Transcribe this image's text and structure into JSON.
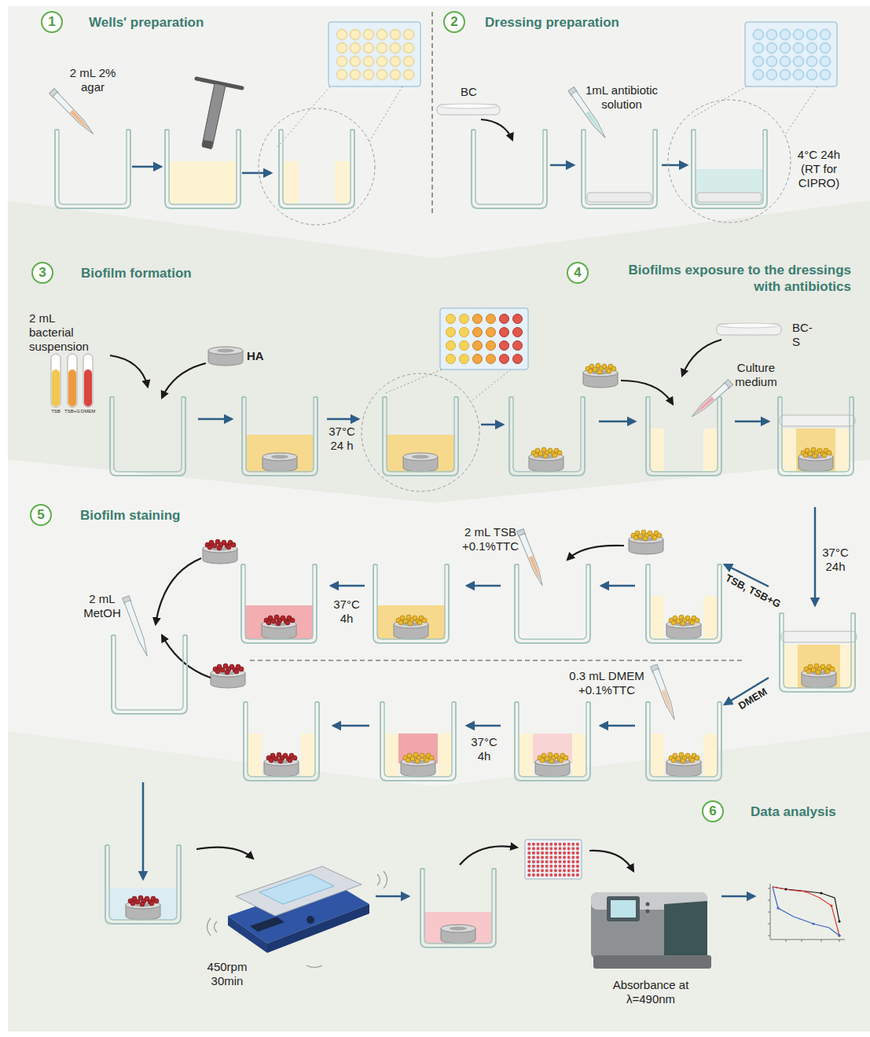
{
  "diagram": {
    "nodes": [
      {
        "text": [
          "1",
          "Wells' preparation"
        ]
      },
      {
        "text": [
          "2",
          "Dressing preparation"
        ]
      },
      {
        "text": [
          "3",
          "Biofilm formation"
        ]
      },
      {
        "text": [
          "4",
          "Biofilms exposure to the dressings with antibiotics"
        ]
      },
      {
        "text": [
          "5",
          "Biofilm staining"
        ]
      },
      {
        "text": [
          "6",
          "Data analysis"
        ]
      }
    ],
    "labels": [
      "2 mL 2% agar",
      "BC",
      "1mL antibiotic solution",
      "4°C 24h (RT for CIPRO)",
      "2 mL bacterial suspension",
      "TSB",
      "TSB+G",
      "DMEM",
      "HA",
      "37°C 24 h",
      "BC- S",
      "Culture medium",
      "37°C 24h",
      "2 mL TSB +0.1%TTC",
      "37°C 4h",
      "2 mL MetOH",
      "TSB, TSB+G",
      "DMEM",
      "0.3 mL DMEM +0.1%TTC",
      "37°C 4h",
      "450rpm 30min",
      "Absorbance at λ=490nm"
    ]
  }
}
